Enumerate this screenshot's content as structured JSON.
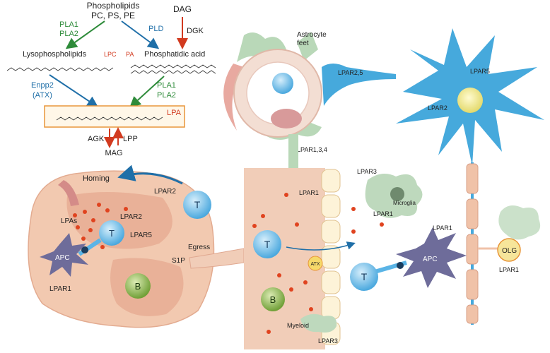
{
  "colors": {
    "green": "#2e8b3a",
    "blue": "#1f6fa8",
    "red": "#d23a1f",
    "orange_box": "#e8963a",
    "box_fill": "#fff7e8",
    "lymph_node": "#f2c9b0",
    "lymph_inner": "#e9b198",
    "vessel": "#f1cdb8",
    "tcell": "#5ab4e6",
    "neuron": "#46a9dc",
    "apc": "#6e6c9a",
    "bcell": "#7fae3f",
    "astrocyte": "#b9d8b8",
    "lpa_dot": "#e0431f"
  },
  "pathway": {
    "phospholipids": "Phospholipids",
    "pc_ps_pe": "PC, PS, PE",
    "dag": "DAG",
    "pla1_left": "PLA1",
    "pla2_left": "PLA2",
    "pld": "PLD",
    "dgk": "DGK",
    "lysophospholipids": "Lysophospholipids",
    "lpc": "LPC",
    "pa": "PA",
    "phosphatidic_acid": "Phosphatidic acid",
    "enpp2": "Enpp2",
    "atx": "(ATX)",
    "pla1_right": "PLA1",
    "pla2_right": "PLA2",
    "lpa": "LPA",
    "agk": "AGK",
    "lpp": "LPP",
    "mag": "MAG"
  },
  "brain": {
    "astrocyte_feet_1": "Astrocyte",
    "astrocyte_feet_2": "feet",
    "lpar25": "LPAR2,5",
    "lpar134": "LPAR1,3,4",
    "neuron_lpar5": "LPAR5",
    "neuron_lpar2": "LPAR2"
  },
  "lymph": {
    "homing": "Homing",
    "lpar2_top": "LPAR2",
    "lpas": "LPAs",
    "lpar2_inner": "LPAR2",
    "lpar5_inner": "LPAR5",
    "t_cell": "T",
    "apc": "APC",
    "lpar1": "LPAR1",
    "b_cell": "B",
    "s1p": "S1P",
    "egress": "Egress"
  },
  "tissue": {
    "lpar1_vessel": "LPAR1",
    "lpar3_microglia": "LPAR3",
    "microglia": "Microglia",
    "lpar1_microglia": "LPAR1",
    "t_cell": "T",
    "atx": "ATX",
    "b_cell": "B",
    "myeloid": "Myeloid",
    "lpar3_myeloid": "LPAR3",
    "lpar1_apc": "LPAR1",
    "apc": "APC",
    "t_cell_right": "T",
    "olg": "OLG",
    "lpar1_olg": "LPAR1"
  }
}
